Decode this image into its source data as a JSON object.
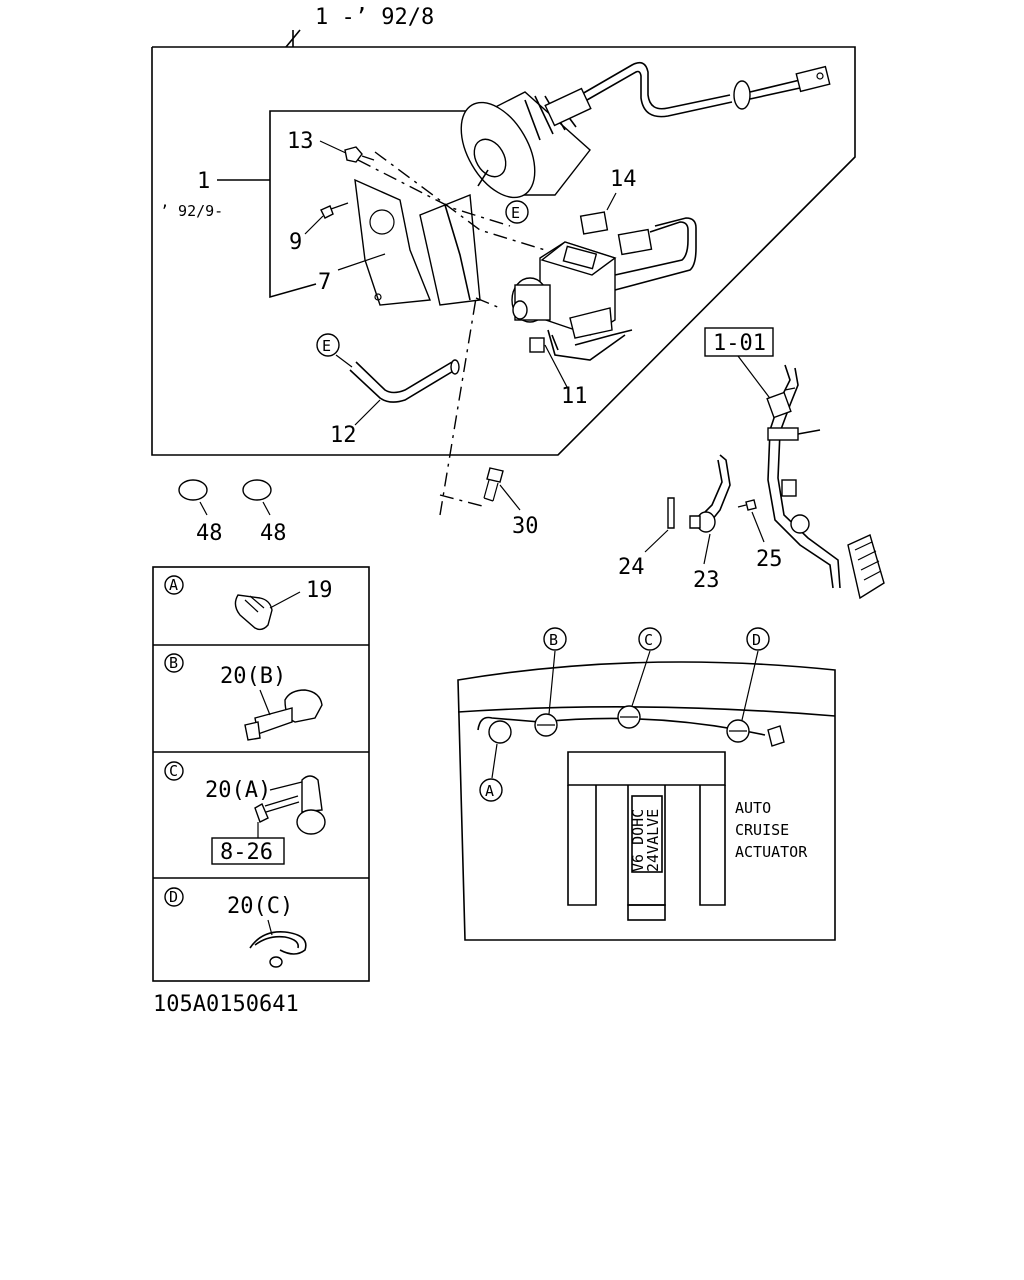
{
  "header": {
    "assembly_label": "1 -’ 92/8"
  },
  "callouts": {
    "p1": "1",
    "p1_date": "’ 92/9-",
    "p13": "13",
    "p9": "9",
    "p7": "7",
    "p14": "14",
    "p11": "11",
    "p12": "12",
    "p30": "30",
    "p48a": "48",
    "p48b": "48",
    "p24": "24",
    "p23": "23",
    "p25": "25",
    "ref_1_01": "1-01",
    "e_top": "E",
    "e_hose": "E"
  },
  "detail_panels": [
    {
      "letter": "A",
      "part": "19"
    },
    {
      "letter": "B",
      "part": "20(B)"
    },
    {
      "letter": "C",
      "part": "20(A)",
      "ref": "8-26"
    },
    {
      "letter": "D",
      "part": "20(C)"
    }
  ],
  "engine_view": {
    "clip_letters": [
      "A",
      "B",
      "C",
      "D"
    ],
    "engine_label": [
      "V6 DOHC",
      "24VALVE"
    ],
    "actuator_label": [
      "AUTO",
      "CRUISE",
      "ACTUATOR"
    ]
  },
  "footer": {
    "diagram_code": "105A0150641"
  }
}
